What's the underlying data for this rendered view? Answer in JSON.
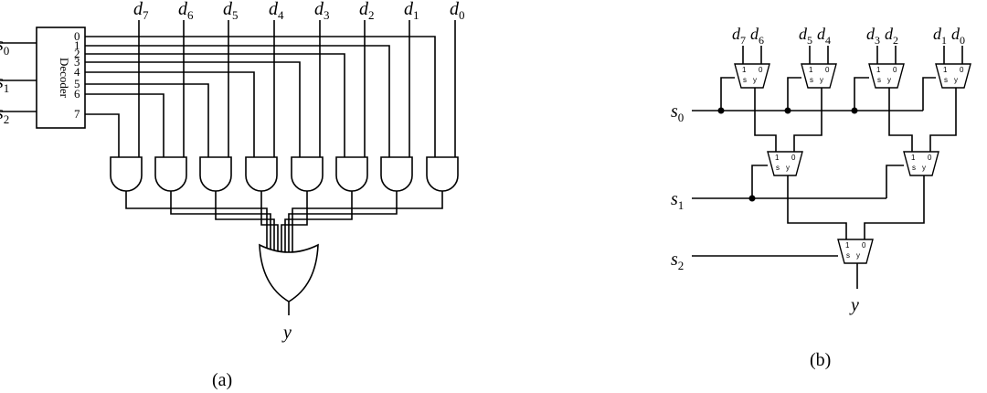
{
  "diagram_a": {
    "caption": "(a)",
    "decoder_label": "Decoder",
    "select_inputs": [
      {
        "base": "s",
        "sub": "0"
      },
      {
        "base": "s",
        "sub": "1"
      },
      {
        "base": "s",
        "sub": "2"
      }
    ],
    "decoder_outputs": [
      "0",
      "1",
      "2",
      "3",
      "4",
      "5",
      "6",
      "7"
    ],
    "data_inputs": [
      {
        "base": "d",
        "sub": "7"
      },
      {
        "base": "d",
        "sub": "6"
      },
      {
        "base": "d",
        "sub": "5"
      },
      {
        "base": "d",
        "sub": "4"
      },
      {
        "base": "d",
        "sub": "3"
      },
      {
        "base": "d",
        "sub": "2"
      },
      {
        "base": "d",
        "sub": "1"
      },
      {
        "base": "d",
        "sub": "0"
      }
    ],
    "output": "y"
  },
  "diagram_b": {
    "caption": "(b)",
    "data_inputs": [
      {
        "base": "d",
        "sub": "7"
      },
      {
        "base": "d",
        "sub": "6"
      },
      {
        "base": "d",
        "sub": "5"
      },
      {
        "base": "d",
        "sub": "4"
      },
      {
        "base": "d",
        "sub": "3"
      },
      {
        "base": "d",
        "sub": "2"
      },
      {
        "base": "d",
        "sub": "1"
      },
      {
        "base": "d",
        "sub": "0"
      }
    ],
    "select_inputs": [
      {
        "base": "s",
        "sub": "0"
      },
      {
        "base": "s",
        "sub": "1"
      },
      {
        "base": "s",
        "sub": "2"
      }
    ],
    "mux_pins": {
      "one": "1",
      "zero": "0",
      "s": "s",
      "y": "y"
    },
    "output": "y"
  }
}
